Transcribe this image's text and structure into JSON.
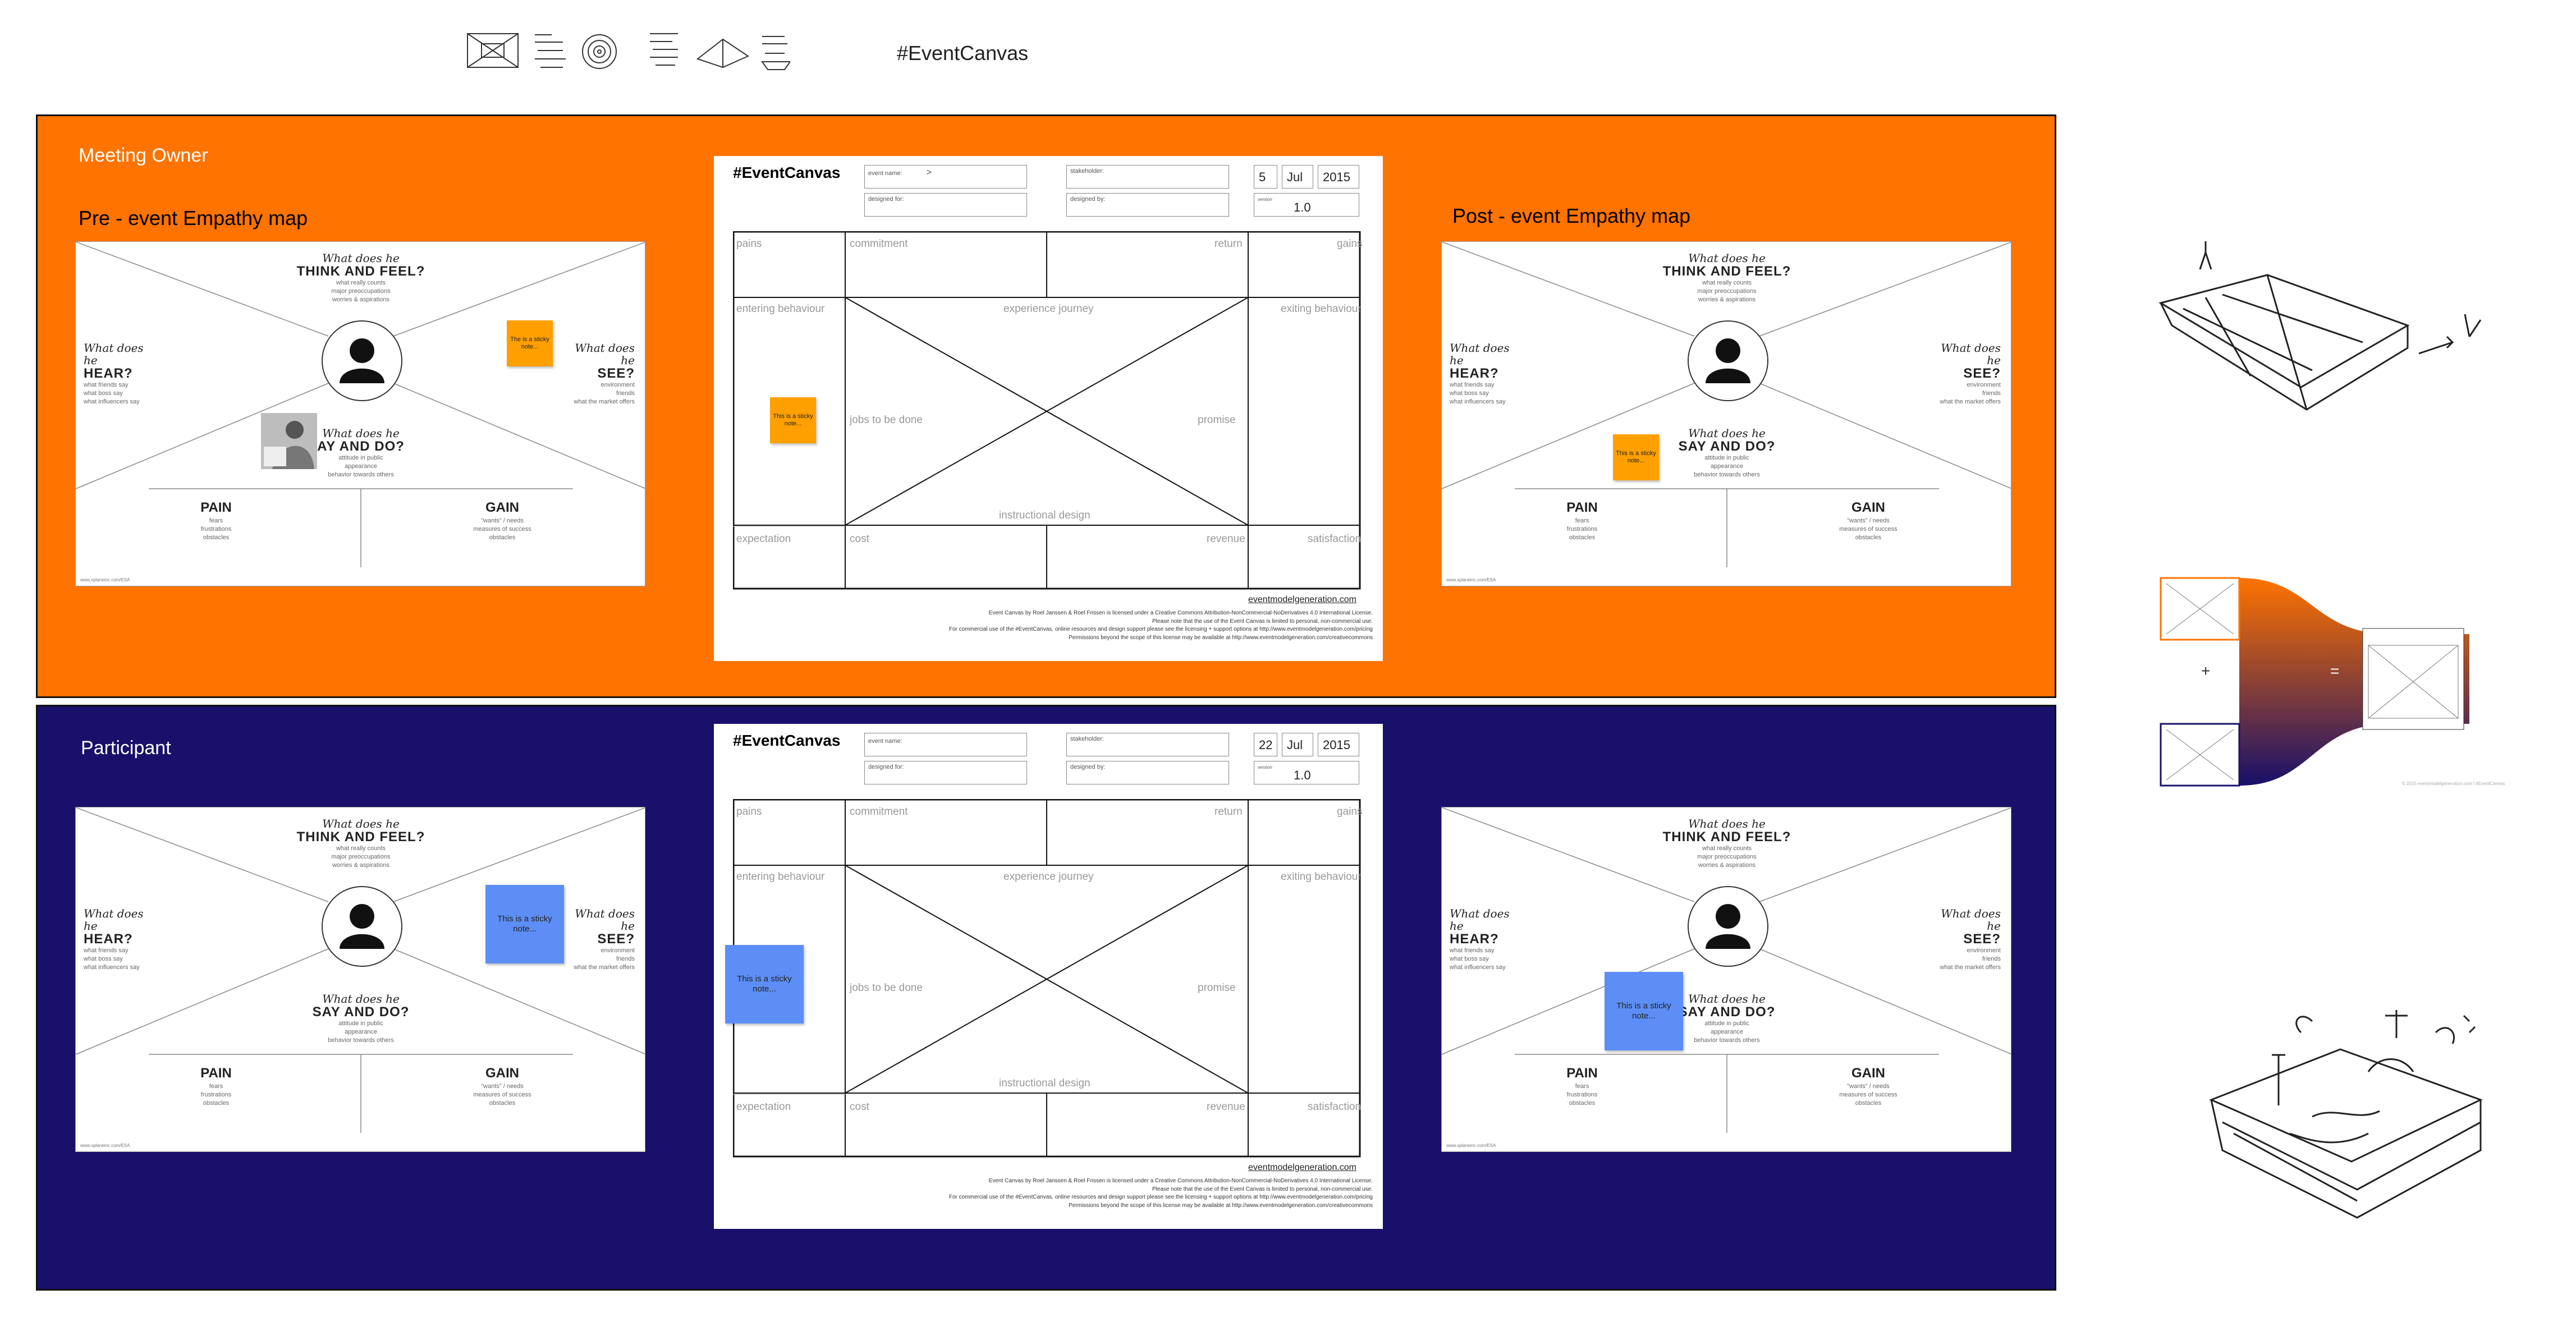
{
  "header": {
    "hashtag": "#EventCanvas",
    "tool_icons": [
      "sketch-canvas-icon",
      "design-notes-icon",
      "target-spiral-icon",
      "article-notes-icon",
      "paper-plane-icon",
      "ship-icon"
    ]
  },
  "lanes": {
    "owner": {
      "title": "Meeting Owner",
      "color": "#ff7300"
    },
    "participant": {
      "title": "Participant",
      "color": "#18106a"
    }
  },
  "empathy": {
    "pre_title": "Pre - event Empathy map",
    "post_title": "Post - event Empathy map",
    "think_top": "What does he",
    "think_main": "THINK AND FEEL?",
    "think_sub": [
      "what really counts",
      "major preoccupations",
      "worries & aspirations"
    ],
    "hear_top": "What does he",
    "hear_main": "HEAR?",
    "hear_sub": [
      "what friends say",
      "what boss say",
      "what influencers say"
    ],
    "see_top": "What does he",
    "see_main": "SEE?",
    "see_sub": [
      "environment",
      "friends",
      "what the market offers"
    ],
    "say_top": "What does he",
    "say_main": "SAY AND DO?",
    "say_main_cut": "AY AND DO?",
    "say_sub": [
      "attitude in public",
      "appearance",
      "behavior towards others"
    ],
    "pain": "PAIN",
    "pain_sub": [
      "fears",
      "frustrations",
      "obstacles"
    ],
    "gain": "GAIN",
    "gain_sub": [
      "\"wants\" / needs",
      "measures of success",
      "obstacles"
    ],
    "footer": "www.xplaneinc.com/ESA"
  },
  "stickies": {
    "pre_owner_orange": "The is a sticky note...",
    "canvas_owner_orange": "This is a sticky note...",
    "post_owner_orange": "This is a sticky note...",
    "pre_part_blue": "This is a sticky note...",
    "canvas_part_blue": "This is a sticky note...",
    "post_part_blue": "This is a sticky note...",
    "orange": "#ffa000",
    "blue": "#5c8ef5"
  },
  "canvas_common": {
    "title": "#EventCanvas",
    "event_name_label": "event name:",
    "designed_for_label": "designed for:",
    "stakeholder_label": "stakeholder:",
    "designed_by_label": "designed by:",
    "version_label": "version",
    "blocks": {
      "pains": "pains",
      "commitment": "commitment",
      "return": "return",
      "gains": "gains",
      "entering": "entering behaviour",
      "journey": "experience journey",
      "exiting": "exiting behaviour",
      "jobs": "jobs to be done",
      "promise": "promise",
      "instructional": "instructional design",
      "expectation": "expectation",
      "cost": "cost",
      "revenue": "revenue",
      "satisfaction": "satisfaction"
    },
    "url": "eventmodelgeneration.com",
    "license_lines": [
      "Event Canvas by Roel Janssen & Roel Frissen is licensed under a Creative Commons Attribution-NonCommercial-NoDerivatives 4.0 International License.",
      "Please note that the use of the Event Canvas is limited to personal, non-commercial use.",
      "For commercial use of the #EventCanvas, online resources and design support please see the licensing + support options at http://www.eventmodelgeneration.com/pricing",
      "Permissions beyond the scope of this license may be available at http://www.eventmodelgeneration.com/creativecommons"
    ]
  },
  "canvas_owner": {
    "event_name": ">",
    "day": "5",
    "month": "Jul",
    "year": "2015",
    "version": "1.0"
  },
  "canvas_participant": {
    "event_name": "",
    "day": "22",
    "month": "Jul",
    "year": "2015",
    "version": "1.0"
  },
  "right_panel": {
    "plus": "+",
    "equals": "=",
    "credit": "© 2015 eventmodelgeneration.com | #EventCanvas",
    "gradient_colors": [
      "#ff7300",
      "#18106a"
    ]
  }
}
